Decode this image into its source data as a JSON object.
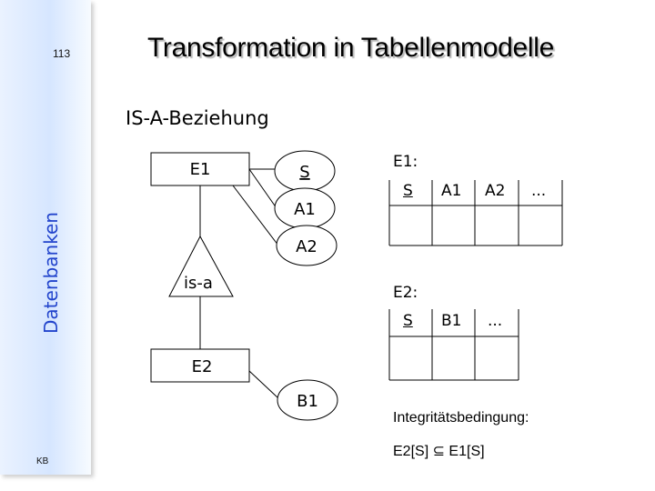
{
  "slide": {
    "number": "113",
    "title": "Transformation in Tabellenmodelle",
    "subtitle": "IS-A-Beziehung",
    "side_label": "Datenbanken",
    "footer_initials": "KB"
  },
  "diagram": {
    "entity_e1": "E1",
    "entity_e2": "E2",
    "isa_label": "is-a",
    "attr_s": "S",
    "attr_a1": "A1",
    "attr_a2": "A2",
    "attr_b1": "B1"
  },
  "table_e1": {
    "title": "E1:",
    "headers": [
      "S",
      "A1",
      "A2",
      "..."
    ]
  },
  "table_e2": {
    "title": "E2:",
    "headers": [
      "S",
      "B1",
      "..."
    ]
  },
  "constraint": {
    "label": "Integritätsbedingung:",
    "formula": "E2[S] ⊆ E1[S]"
  }
}
